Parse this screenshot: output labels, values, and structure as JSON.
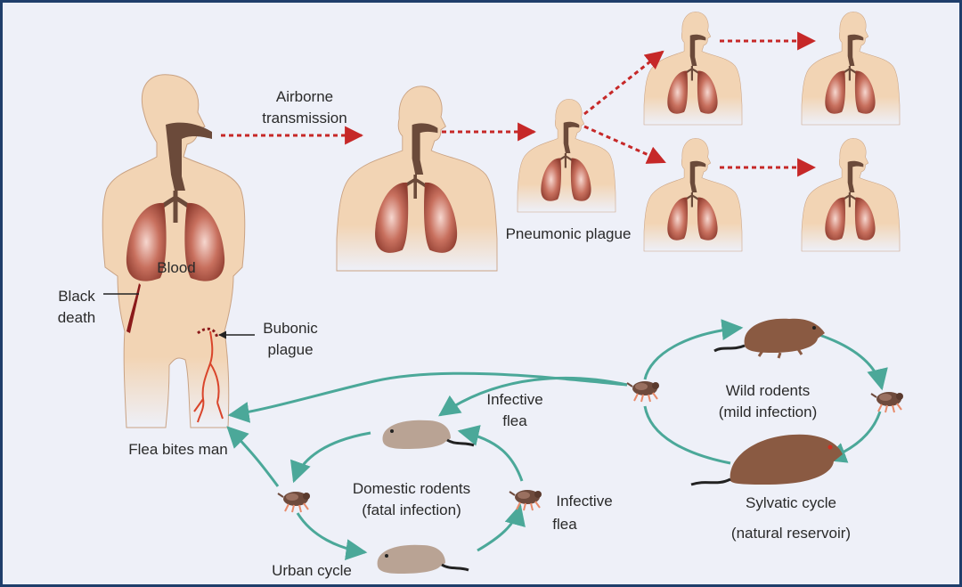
{
  "labels": {
    "airborne_1": "Airborne",
    "airborne_2": "transmission",
    "pneumonic": "Pneumonic plague",
    "blood": "Blood",
    "black_1": "Black",
    "black_2": "death",
    "bubonic_1": "Bubonic",
    "bubonic_2": "plague",
    "flea_bites": "Flea bites man",
    "infective_flea_top_1": "Infective",
    "infective_flea_top_2": "flea",
    "wild_1": "Wild rodents",
    "wild_2": "(mild infection)",
    "domestic_1": "Domestic rodents",
    "domestic_2": "(fatal infection)",
    "infective_flea_right_1": "Infective",
    "infective_flea_right_2": "flea",
    "sylvatic_1": "Sylvatic cycle",
    "sylvatic_2": "(natural reservoir)",
    "urban": "Urban cycle"
  },
  "colors": {
    "frame_border": "#1f3e6b",
    "background": "#eef0f8",
    "skin": "#f2d4b4",
    "airway": "#6b4a3a",
    "lung": "#b85a4a",
    "transmission_arrow": "#c62828",
    "cycle_arrow": "#4ba899",
    "blood_vessel": "#d9442a",
    "rodent_domestic": "#b9a394",
    "rodent_wild": "#8a5a42"
  }
}
